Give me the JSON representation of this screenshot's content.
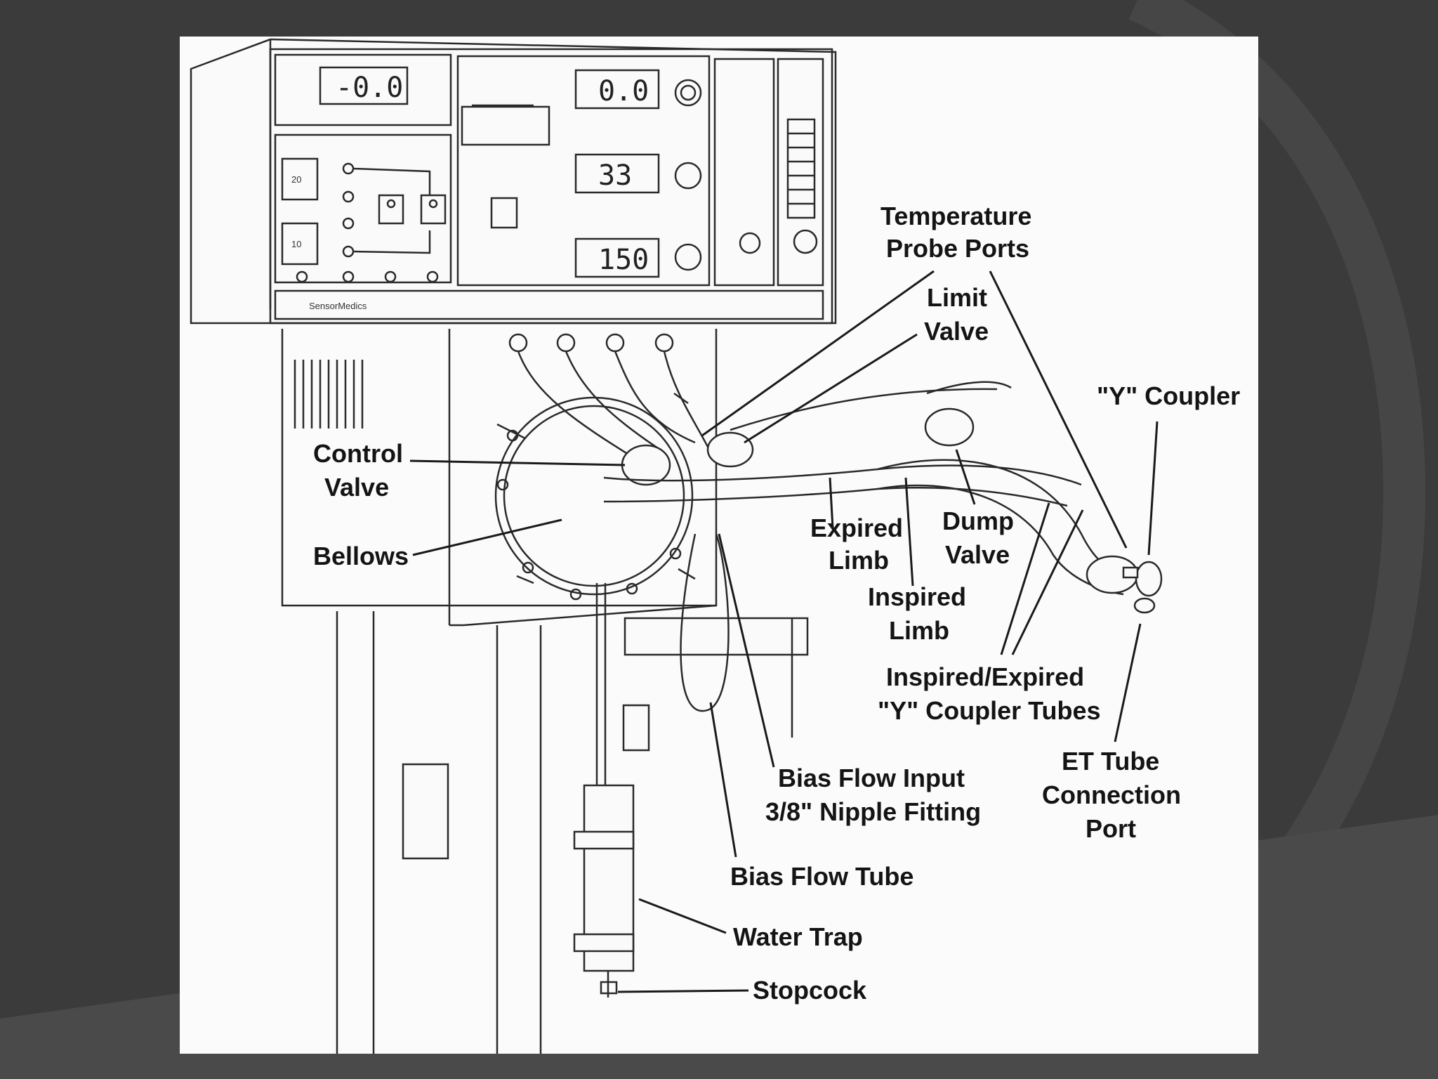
{
  "diagram": {
    "displays": {
      "top_left": "-0.0",
      "oscillator_1": "0.0",
      "oscillator_2": "33",
      "oscillator_3": "150",
      "alarm_a": "20",
      "alarm_b": "10"
    },
    "brand": "SensorMedics",
    "labels": {
      "temperature_probe_ports": [
        "Temperature",
        "Probe Ports"
      ],
      "limit_valve": [
        "Limit",
        "Valve"
      ],
      "y_coupler": "\"Y\" Coupler",
      "control_valve": [
        "Control",
        "Valve"
      ],
      "bellows": "Bellows",
      "expired_limb": [
        "Expired",
        "Limb"
      ],
      "dump_valve": [
        "Dump",
        "Valve"
      ],
      "inspired_limb": [
        "Inspired",
        "Limb"
      ],
      "inspired_expired_tubes": [
        "Inspired/Expired",
        "\"Y\" Coupler Tubes"
      ],
      "et_tube_port": [
        "ET Tube",
        "Connection",
        "Port"
      ],
      "bias_flow_input": [
        "Bias Flow Input",
        "3/8\" Nipple Fitting"
      ],
      "bias_flow_tube": "Bias Flow Tube",
      "water_trap": "Water Trap",
      "stopcock": "Stopcock"
    }
  }
}
